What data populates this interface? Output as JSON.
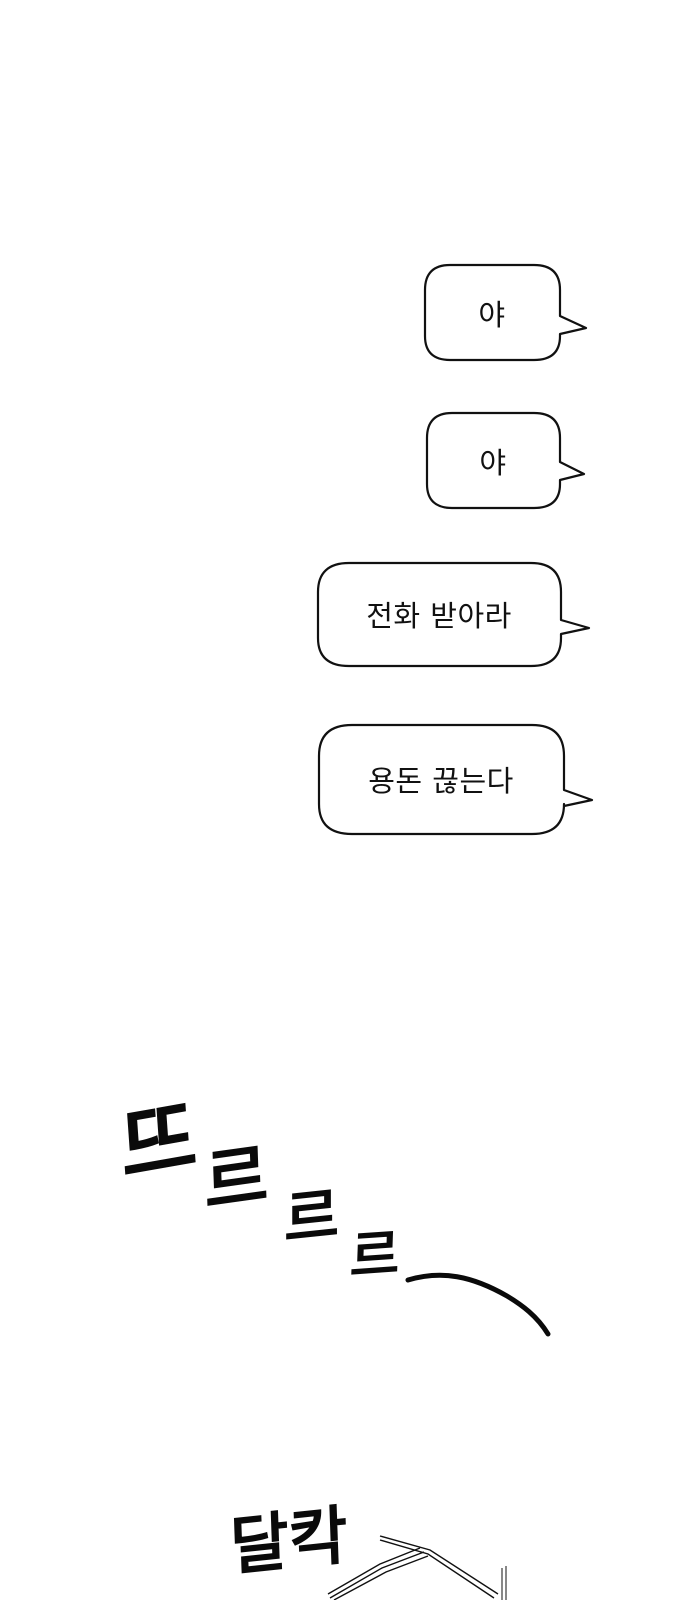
{
  "speech_bubbles": [
    {
      "text": "야"
    },
    {
      "text": "야"
    },
    {
      "text": "전화 받아라"
    },
    {
      "text": "용돈 끊는다"
    }
  ],
  "sound_effects": {
    "ring": {
      "chars": [
        "뜨",
        "르",
        "르",
        "르"
      ]
    },
    "click": {
      "text": "달칵"
    }
  },
  "colors": {
    "background": "#ffffff",
    "ink": "#111111",
    "bubble_fill": "#ffffff"
  }
}
